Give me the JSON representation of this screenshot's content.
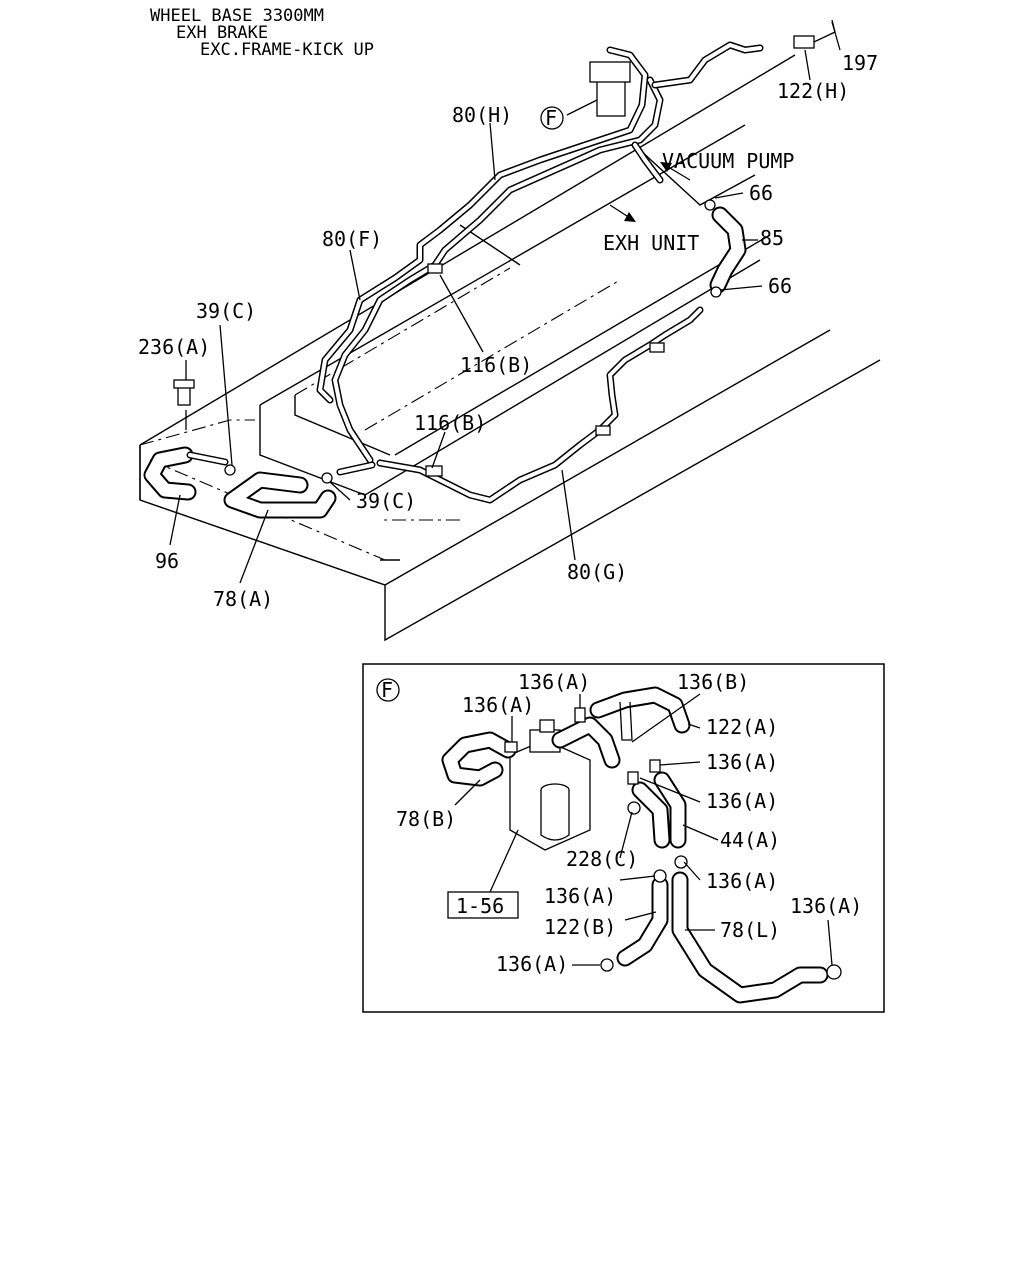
{
  "header": {
    "line1": "WHEEL BASE 3300MM",
    "line2": "EXH BRAKE",
    "line3": "EXC.FRAME-KICK UP"
  },
  "main": {
    "labels": {
      "p197": "197",
      "p122h": "122(H)",
      "p80h": "80(H)",
      "callout_f": "F",
      "vacuum_pump": "VACUUM PUMP",
      "p66_top": "66",
      "exh_unit": "EXH UNIT",
      "p85": "85",
      "p66_bottom": "66",
      "p80f": "80(F)",
      "p39c_top": "39(C)",
      "p236a": "236(A)",
      "p116b_top": "116(B)",
      "p116b_bottom": "116(B)",
      "p39c_bottom": "39(C)",
      "p96": "96",
      "p78a": "78(A)",
      "p80g": "80(G)"
    }
  },
  "detail": {
    "callout_f": "F",
    "labels": {
      "p136a_1": "136(A)",
      "p136b": "136(B)",
      "p136a_2": "136(A)",
      "p122a": "122(A)",
      "p136a_3": "136(A)",
      "p136a_4": "136(A)",
      "p78b": "78(B)",
      "p44a": "44(A)",
      "p228c": "228(C)",
      "p136a_5": "136(A)",
      "p136a_6": "136(A)",
      "p1_56": "1-56",
      "p122b": "122(B)",
      "p136a_7": "136(A)",
      "p78l": "78(L)",
      "p136a_8": "136(A)"
    }
  }
}
